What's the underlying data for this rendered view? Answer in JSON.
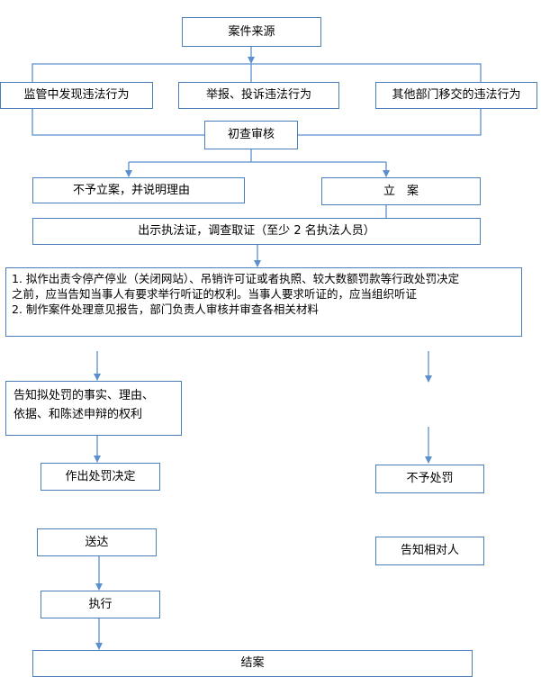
{
  "nodes": {
    "source": "案件来源",
    "supervision": "监管中发现违法行为",
    "report": "举报、投诉违法行为",
    "transfer": "其他部门移交的违法行为",
    "initial_review": "初查审核",
    "no_case": "不予立案，并说明理由",
    "file_case": "立　案",
    "investigate": "出示执法证，调查取证（至少 2 名执法人员）",
    "notes": {
      "line1": "1.  拟作出责令停产停业（关闭网站）、吊销许可证或者执照、较大数额罚款等行政处罚决定",
      "line2": "之前，应当告知当事人有要求举行听证的权利。当事人要求听证的，应当组织听证",
      "line3": "2.  制作案件处理意见报告，部门负责人审核并审查各相关材料"
    },
    "inform_rights": {
      "line1": "告知拟处罚的事实、理由、",
      "line2": "依据、和陈述申辩的权利"
    },
    "penalty_decision": "作出处罚决定",
    "no_penalty": "不予处罚",
    "deliver": "送达",
    "inform_party": "告知相对人",
    "execute": "执行",
    "close_case": "结案"
  },
  "colors": {
    "border": "#4a7ebb",
    "arrow": "#5b8fce"
  }
}
